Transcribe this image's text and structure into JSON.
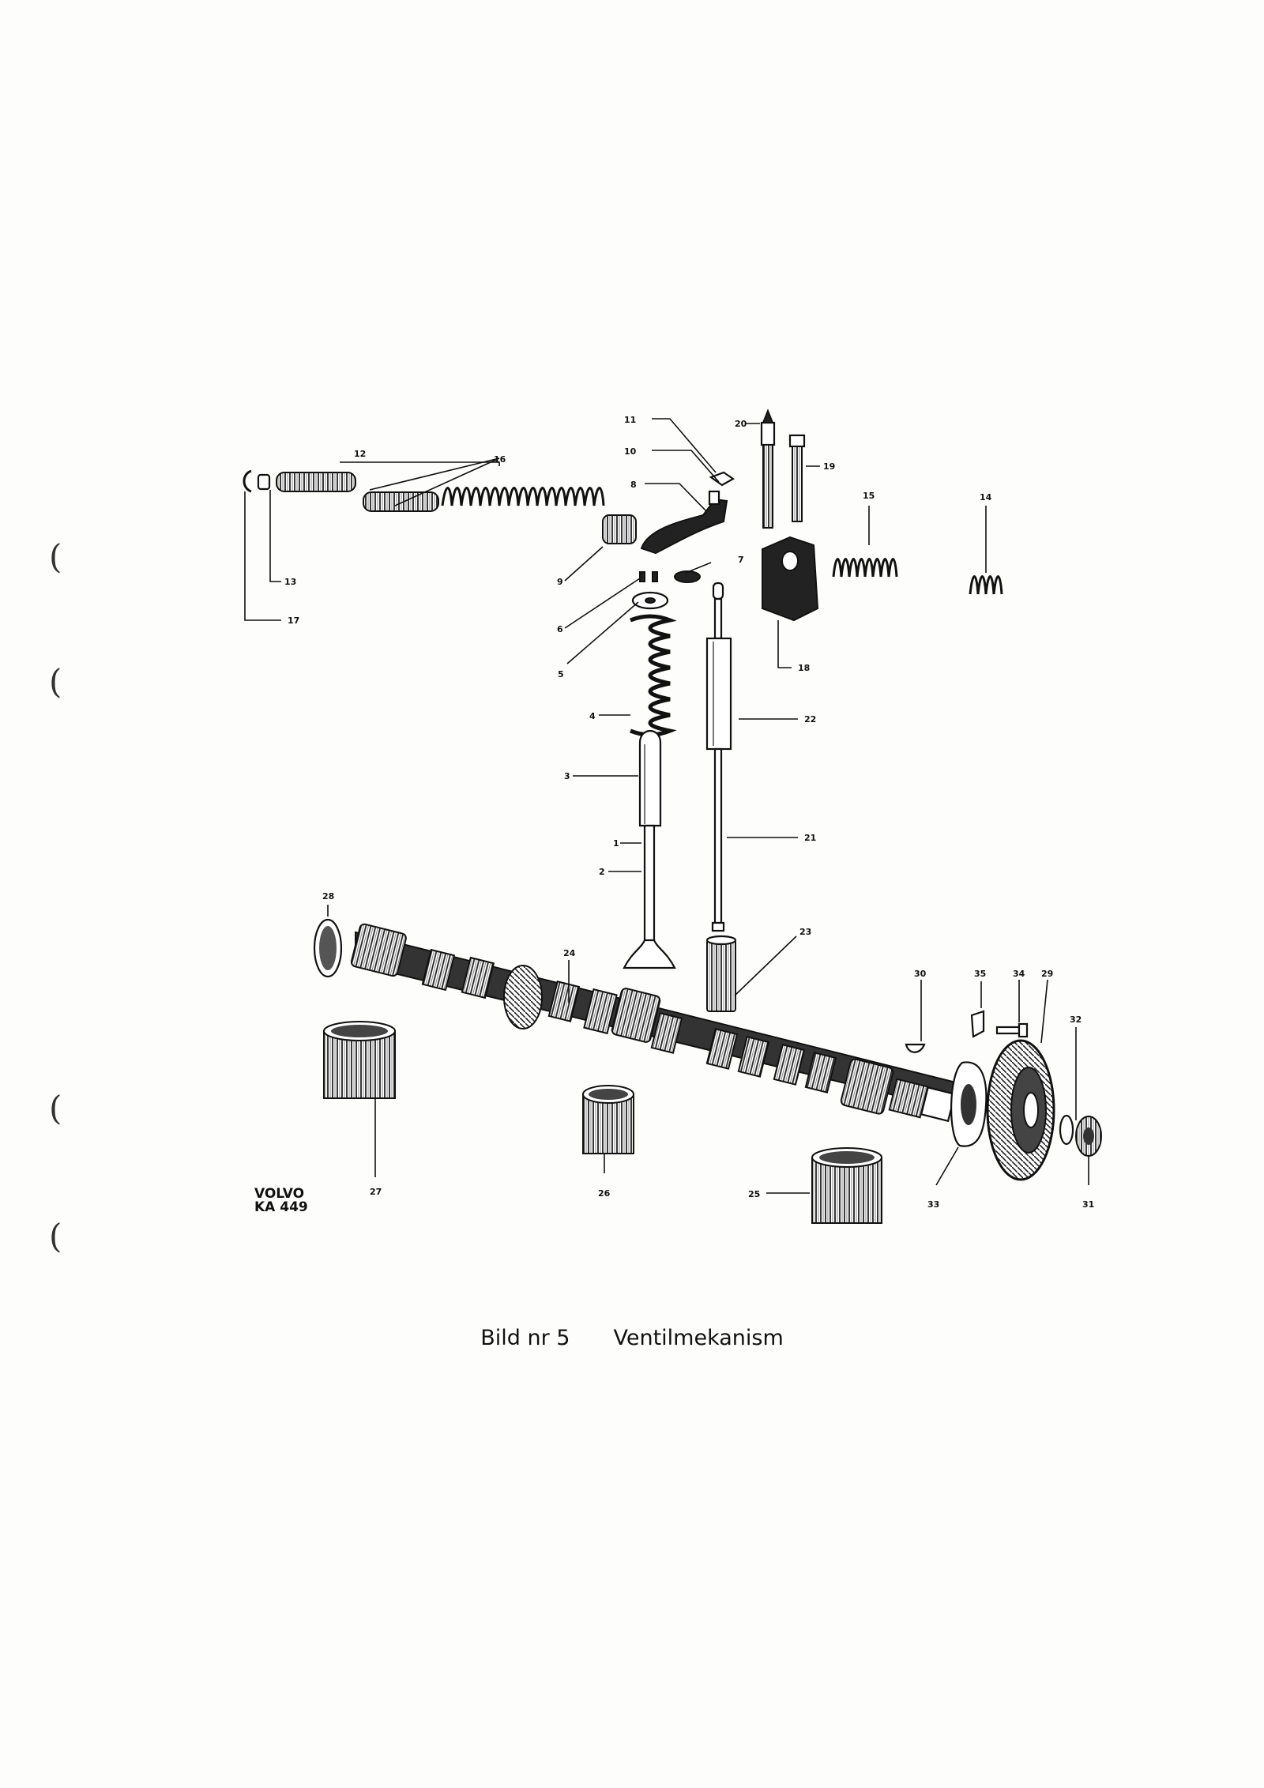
{
  "figure": {
    "caption_number": "Bild nr 5",
    "caption_title": "Ventilmekanism",
    "brand_line1": "VOLVO",
    "brand_line2": "KA 449"
  },
  "punch_marks": [
    "(",
    "(",
    "(",
    "("
  ],
  "callouts": [
    "1",
    "2",
    "3",
    "4",
    "5",
    "6",
    "7",
    "8",
    "9",
    "10",
    "11",
    "12",
    "13",
    "14",
    "15",
    "16",
    "17",
    "18",
    "19",
    "20",
    "21",
    "22",
    "23",
    "24",
    "25",
    "26",
    "27",
    "28",
    "29",
    "30",
    "31",
    "32",
    "33",
    "34",
    "35"
  ],
  "icons": [
    "valve-icon",
    "valve-spring-icon",
    "rocker-arm-icon",
    "pushrod-icon",
    "tappet-icon",
    "camshaft-icon",
    "timing-gear-icon",
    "bearing-bushing-icon",
    "rocker-shaft-icon",
    "rocker-bracket-icon",
    "bolt-icon",
    "nut-icon",
    "circlip-icon"
  ]
}
